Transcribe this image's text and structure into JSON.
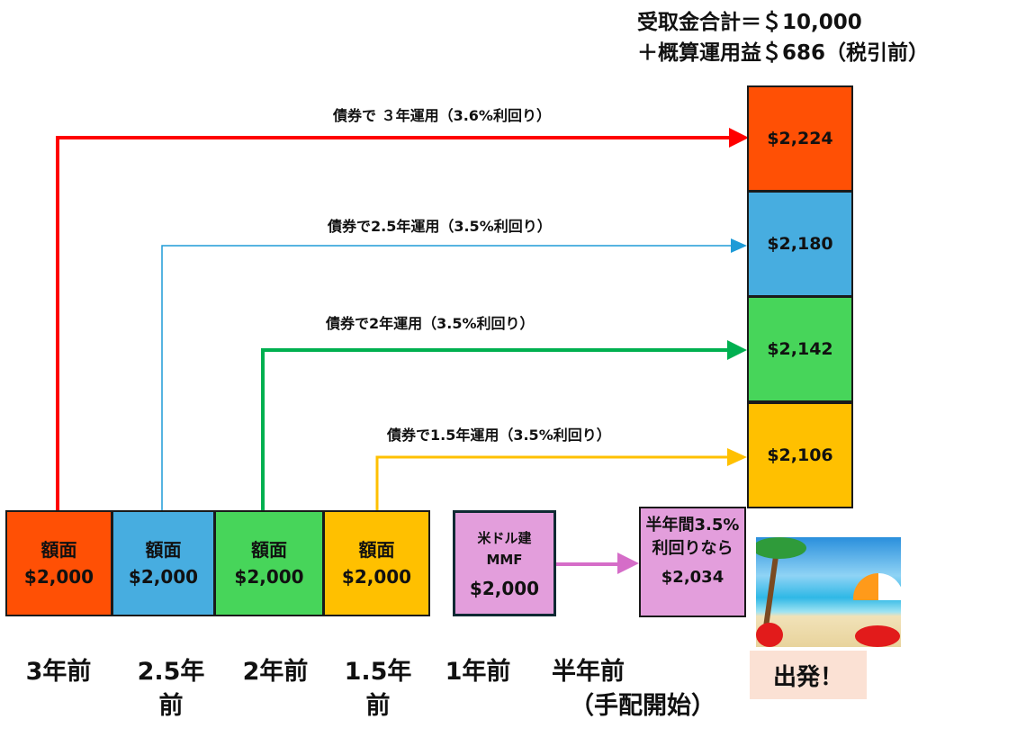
{
  "title": {
    "line1": "受取金合計＝＄10,000",
    "line2": "＋概算運用益＄686（税引前）"
  },
  "colors": {
    "orange": "#FF5005",
    "blue": "#47ADE0",
    "green": "#47D55A",
    "yellow": "#FFC000",
    "pink": "#E39EDC",
    "red_arrow": "#FF0000",
    "blue_arrow": "#1E9BD7",
    "green_arrow": "#00B050",
    "yellow_arrow": "#FFC000"
  },
  "maturity": [
    {
      "value": "$2,224"
    },
    {
      "value": "$2,180"
    },
    {
      "value": "$2,142"
    },
    {
      "value": "$2,106"
    }
  ],
  "arrows": [
    {
      "label": "債券で ３年運用（3.6%利回り）"
    },
    {
      "label": "債券で2.5年運用（3.5%利回り）"
    },
    {
      "label": "債券で2年運用（3.5%利回り）"
    },
    {
      "label": "債券で1.5年運用（3.5%利回り）"
    }
  ],
  "bonds": [
    {
      "label": "額面",
      "value": "$2,000"
    },
    {
      "label": "額面",
      "value": "$2,000"
    },
    {
      "label": "額面",
      "value": "$2,000"
    },
    {
      "label": "額面",
      "value": "$2,000"
    }
  ],
  "mmf": {
    "line1": "米ドル建",
    "line2": "MMF",
    "value": "$2,000"
  },
  "mmf_result": {
    "line1": "半年間3.5%",
    "line2": "利回りなら",
    "value": "$2,034"
  },
  "departure": "出発！",
  "timeline": [
    {
      "l1": "3年前",
      "l2": ""
    },
    {
      "l1": "2.5年",
      "l2": "前"
    },
    {
      "l1": "2年前",
      "l2": ""
    },
    {
      "l1": "1.5年",
      "l2": "前"
    },
    {
      "l1": "1年前",
      "l2": ""
    },
    {
      "l1": "半年前",
      "l2": "（手配開始）"
    }
  ]
}
